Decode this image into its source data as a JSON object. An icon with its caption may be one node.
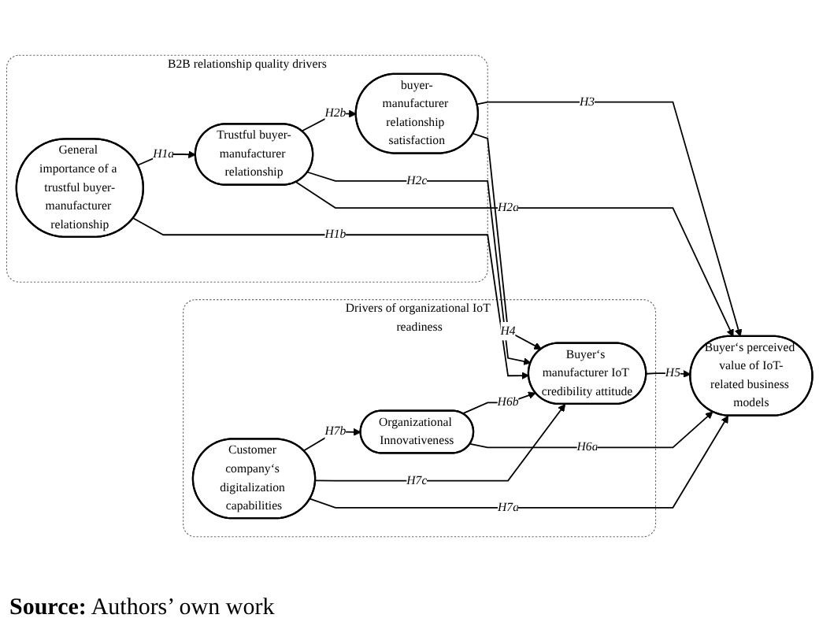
{
  "diagram": {
    "caption": "**Source:** Authors’ own work",
    "nodes": [
      {
        "text": [
          "B2B relationship quality drivers"
        ]
      },
      {
        "text": [
          "General importance of a trustful buyer-manufacturer relationship"
        ],
        "in": 0
      },
      {
        "text": [
          "Trustful buyer-manufacturer relationship"
        ],
        "in": 0
      },
      {
        "text": [
          "buyer-manufacturer relationship satisfaction"
        ],
        "in": 0
      },
      {
        "text": [
          "Drivers of organizational IoT readiness"
        ]
      },
      {
        "text": [
          "Buyer‘s manufacturer IoT credibility attitude"
        ],
        "in": 4
      },
      {
        "text": [
          "Organizational Innovativeness"
        ],
        "in": 4
      },
      {
        "text": [
          "Customer company‘s digitalization capabilities"
        ],
        "in": 4
      },
      {
        "text": [
          "Buyer‘s perceived value of IoT-related business models"
        ]
      }
    ],
    "edges": [
      {
        "from": 1,
        "to": 2,
        "arrow": "to",
        "label": "H1a"
      },
      {
        "from": 1,
        "to": 5,
        "arrow": "to",
        "label": "H1b"
      },
      {
        "from": 2,
        "to": 3,
        "arrow": "to",
        "label": "H2b"
      },
      {
        "from": 2,
        "to": 5,
        "arrow": "to",
        "label": "H2c"
      },
      {
        "from": 2,
        "to": 8,
        "arrow": "to",
        "label": "H2a"
      },
      {
        "from": 3,
        "to": 8,
        "arrow": "to",
        "label": "H3"
      },
      {
        "from": 3,
        "to": 5,
        "arrow": "to",
        "label": "H4"
      },
      {
        "from": 5,
        "to": 8,
        "arrow": "to",
        "label": "H5"
      },
      {
        "from": 6,
        "to": 5,
        "arrow": "to",
        "label": "H6b"
      },
      {
        "from": 6,
        "to": 8,
        "arrow": "to",
        "label": "H6a"
      },
      {
        "from": 7,
        "to": 6,
        "arrow": "to",
        "label": "H7b"
      },
      {
        "from": 7,
        "to": 5,
        "arrow": "to",
        "label": "H7c"
      },
      {
        "from": 7,
        "to": 8,
        "arrow": "to",
        "label": "H7a"
      }
    ]
  }
}
